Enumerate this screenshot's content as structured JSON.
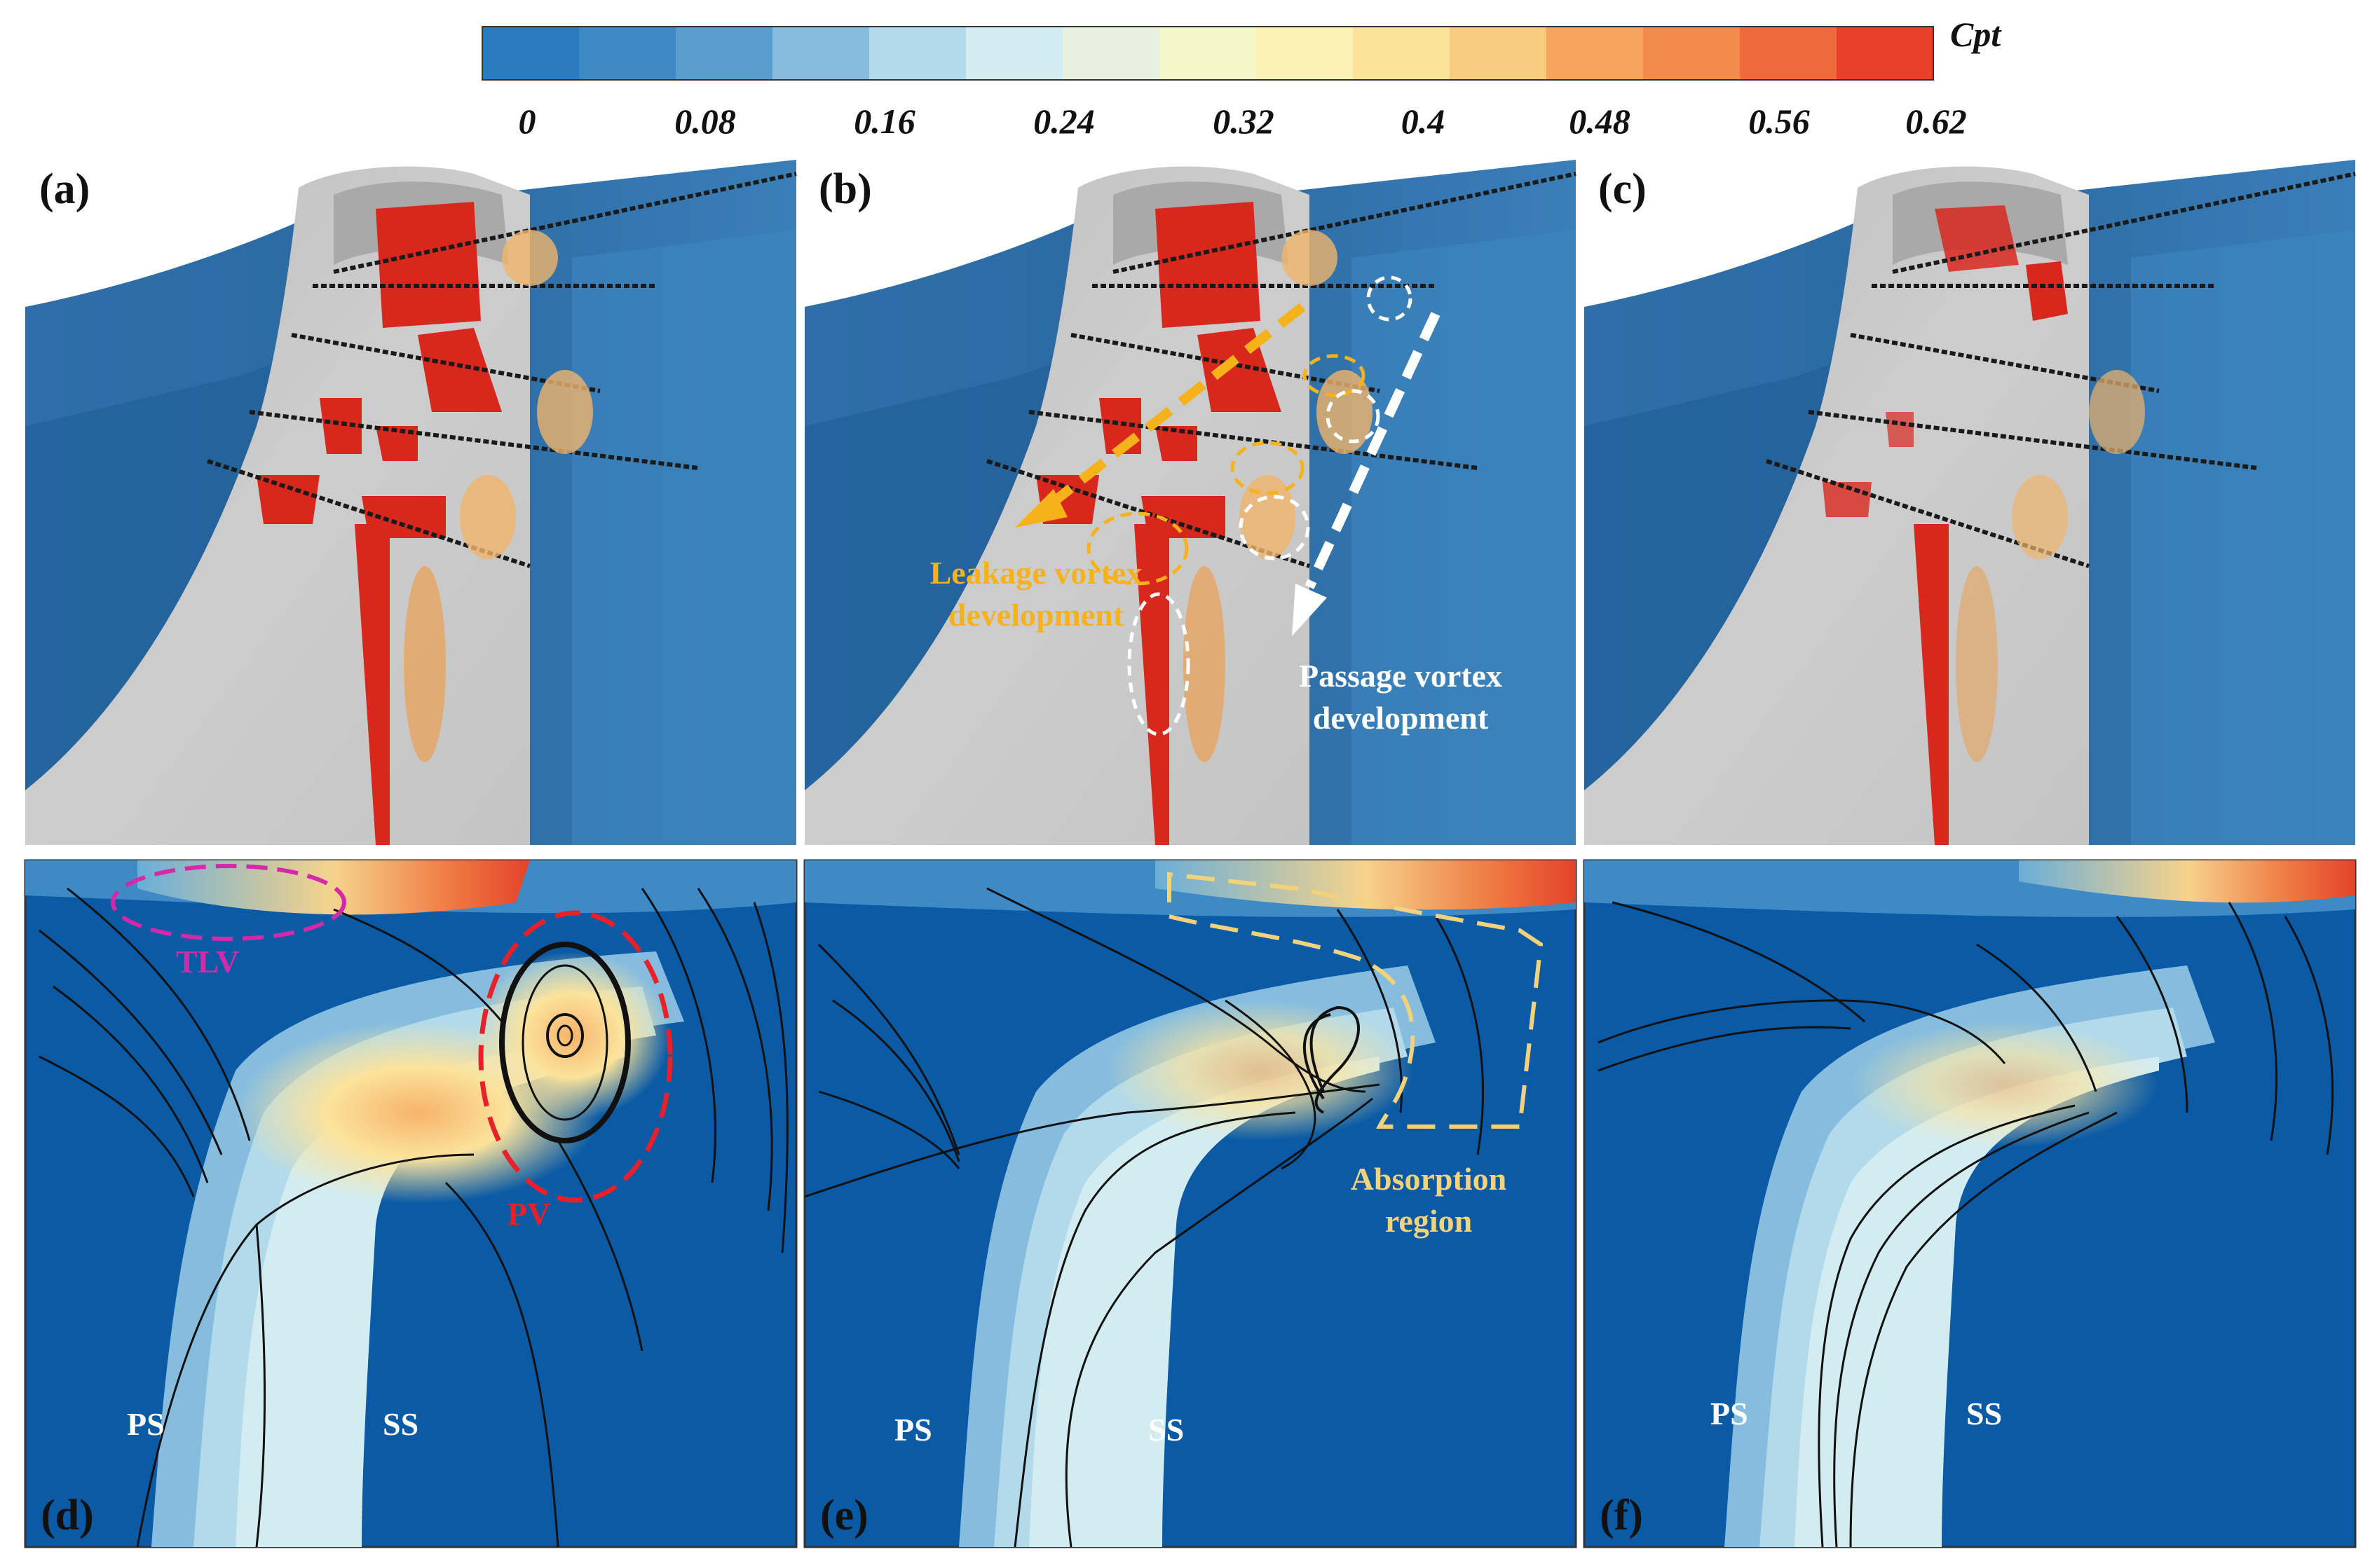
{
  "colorbar": {
    "title": "Cpt",
    "ticks": [
      "0",
      "0.08",
      "0.16",
      "0.24",
      "0.32",
      "0.4",
      "0.48",
      "0.56",
      "0.62"
    ],
    "colors": [
      "#2b7bbf",
      "#3d8ac6",
      "#5a9ecf",
      "#86bddf",
      "#b2daea",
      "#d3ecf0",
      "#e6f2df",
      "#f2f7c8",
      "#fbf3b3",
      "#fbe29a",
      "#f9cd80",
      "#f6a45f",
      "#f28a4e",
      "#ee6a3d",
      "#e8402a"
    ]
  },
  "panels": [
    {
      "id": "a",
      "label": "(a)"
    },
    {
      "id": "b",
      "label": "(b)"
    },
    {
      "id": "c",
      "label": "(c)"
    },
    {
      "id": "d",
      "label": "(d)"
    },
    {
      "id": "e",
      "label": "(e)"
    },
    {
      "id": "f",
      "label": "(f)"
    }
  ],
  "annotations": {
    "leakage": [
      "Leakage vortex",
      "development"
    ],
    "passage": [
      "Passage vortex",
      "development"
    ],
    "tlv": "TLV",
    "pv": "PV",
    "absorption": [
      "Absorption",
      "region"
    ],
    "ps": "PS",
    "ss": "SS"
  },
  "colors": {
    "leakage": "#f5b21b",
    "passage": "#ffffff",
    "tlv": "#d22aa8",
    "pv": "#e8202a",
    "absorption": "#f2d27a",
    "low": "#0a5aa5",
    "blade": "#c8c8c8",
    "hot": "#d8281e"
  }
}
